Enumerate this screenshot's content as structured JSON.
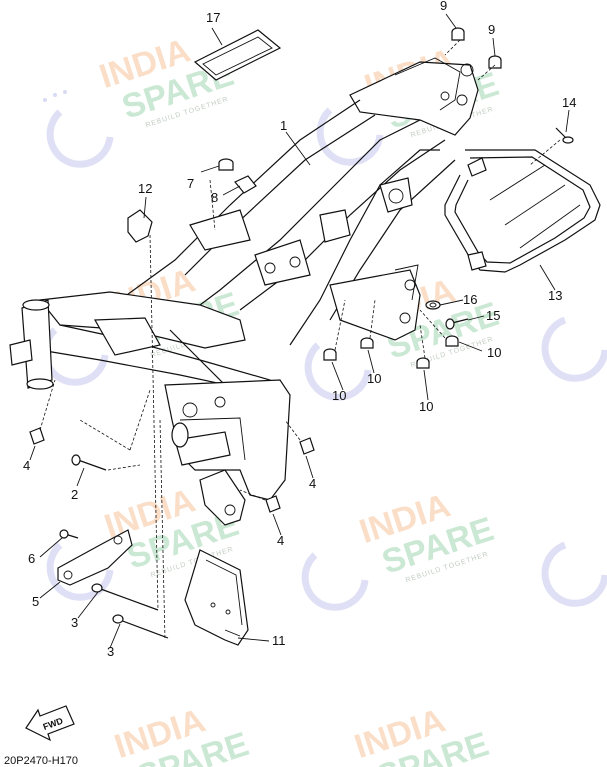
{
  "diagram_code": "20P2470-H170",
  "fwd_label": "FWD",
  "watermark": {
    "line1": "INDIA",
    "line2": "SPARE",
    "tagline": "REBUILD TOGETHER"
  },
  "parts": [
    {
      "number": "1"
    },
    {
      "number": "2"
    },
    {
      "number": "3"
    },
    {
      "number": "3"
    },
    {
      "number": "4"
    },
    {
      "number": "4"
    },
    {
      "number": "4"
    },
    {
      "number": "5"
    },
    {
      "number": "6"
    },
    {
      "number": "7"
    },
    {
      "number": "8"
    },
    {
      "number": "9"
    },
    {
      "number": "9"
    },
    {
      "number": "10"
    },
    {
      "number": "10"
    },
    {
      "number": "10"
    },
    {
      "number": "10"
    },
    {
      "number": "11"
    },
    {
      "number": "12"
    },
    {
      "number": "13"
    },
    {
      "number": "14"
    },
    {
      "number": "15"
    },
    {
      "number": "16"
    },
    {
      "number": "17"
    }
  ]
}
